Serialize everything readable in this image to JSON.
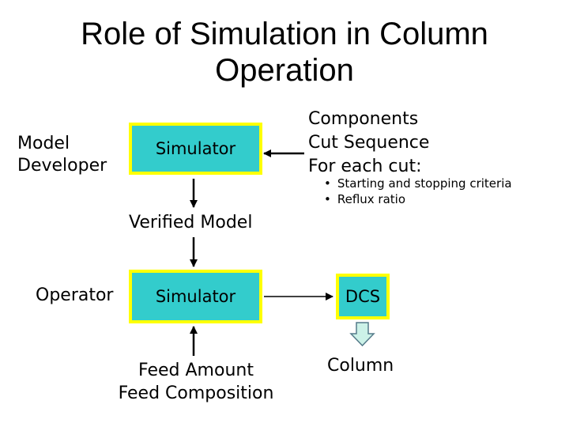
{
  "title": {
    "line1": "Role of Simulation in Column",
    "line2": "Operation"
  },
  "model_developer": {
    "line1": "Model",
    "line2": "Developer"
  },
  "simulator_top": "Simulator",
  "inputs_top": {
    "line1": "Components",
    "line2": "Cut Sequence",
    "line3": "For each cut:",
    "bullets": [
      "Starting and stopping criteria",
      "Reflux ratio"
    ]
  },
  "verified_model": "Verified Model",
  "operator": "Operator",
  "simulator_bottom": "Simulator",
  "dcs": "DCS",
  "column": "Column",
  "feed": {
    "line1": "Feed Amount",
    "line2": "Feed Composition"
  },
  "colors": {
    "box_fill": "#33cccc",
    "box_border": "#ffff00",
    "down_arrow_fill": "#ccf2e8",
    "down_arrow_stroke": "#557b8a"
  }
}
